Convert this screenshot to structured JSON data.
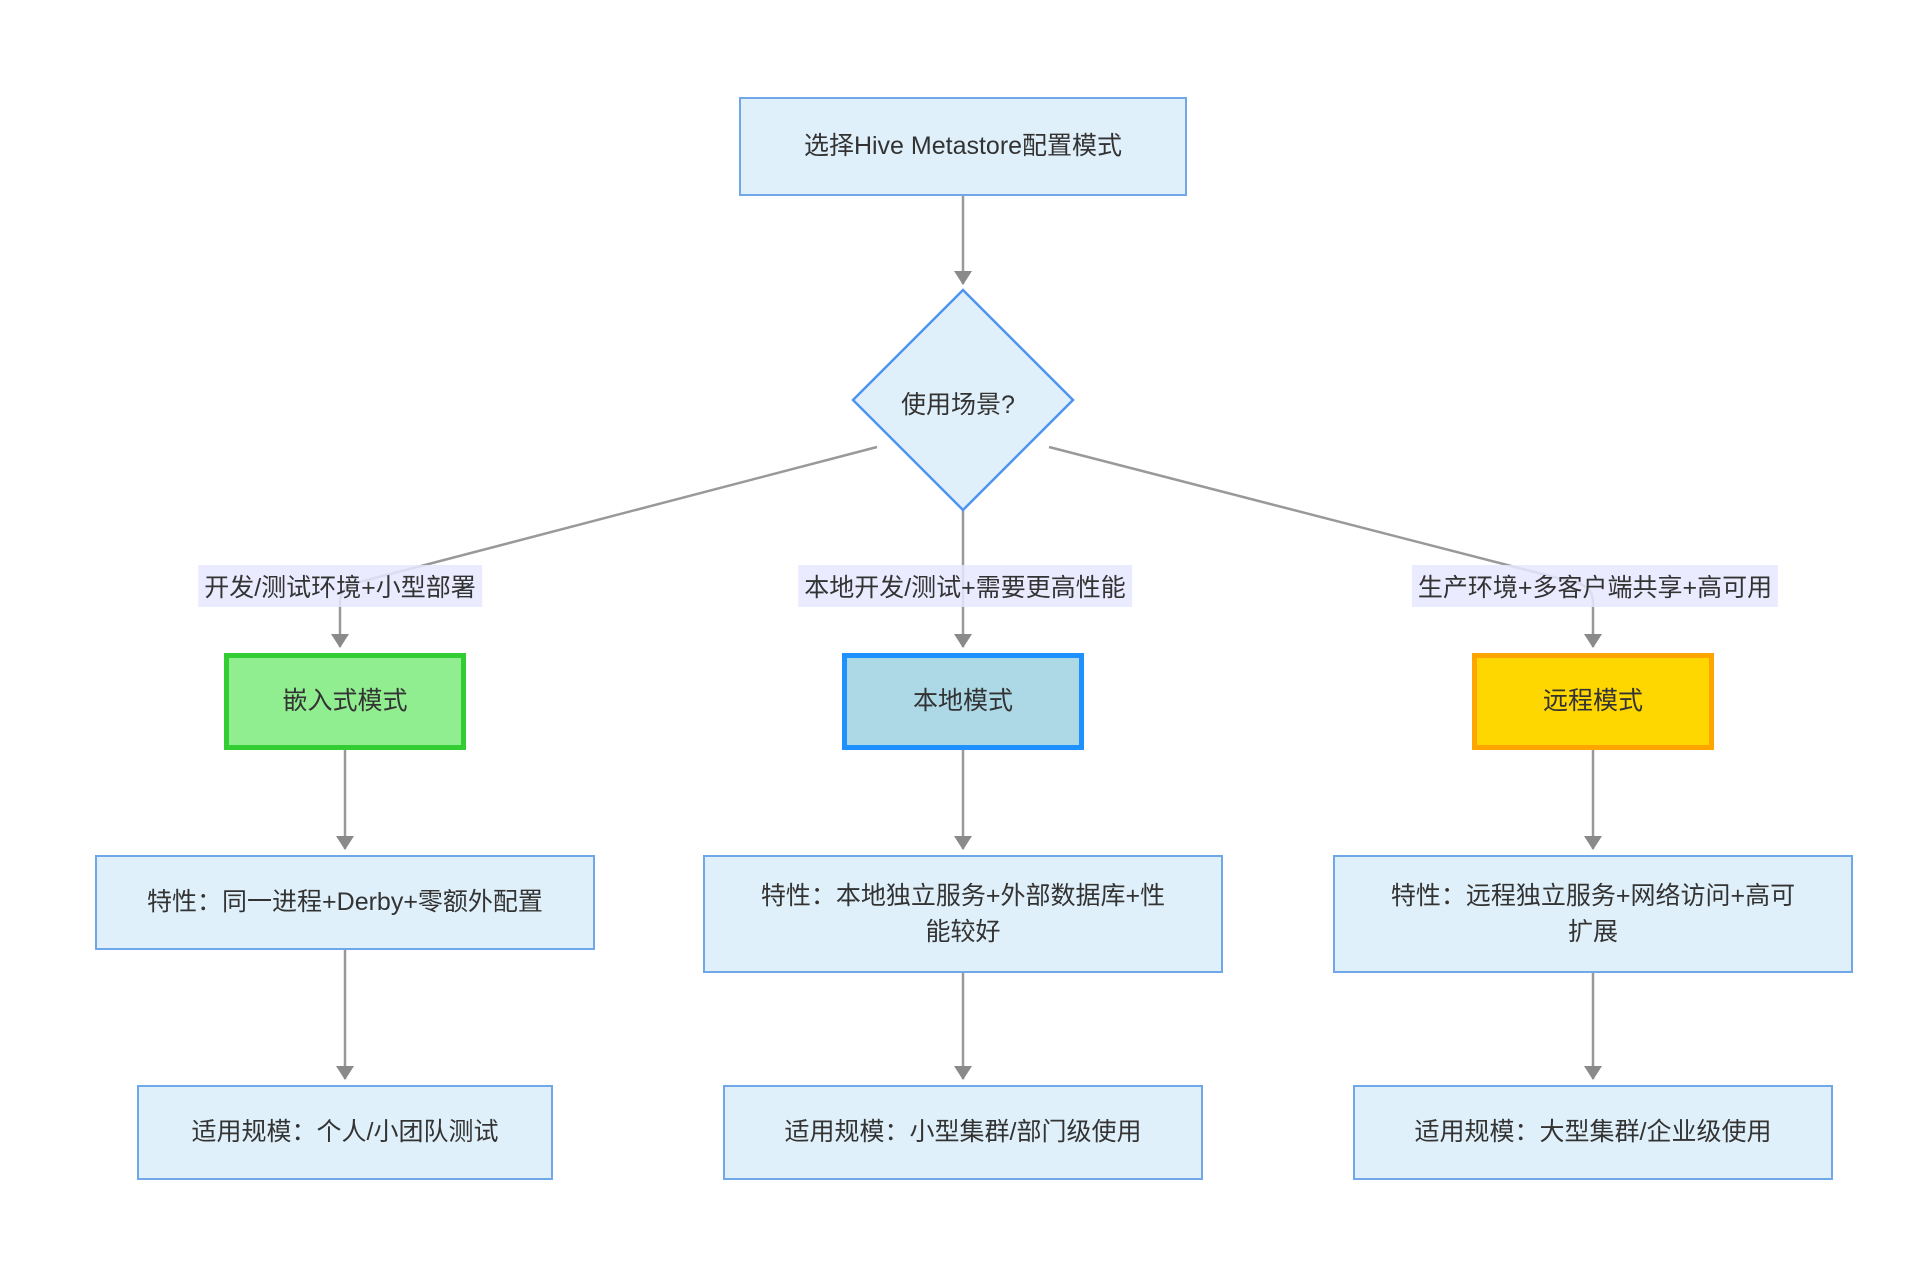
{
  "diagram": {
    "title_node": {
      "label": "选择Hive Metastore配置模式"
    },
    "decision_node": {
      "label": "使用场景?"
    },
    "branches": [
      {
        "edge_label": "开发/测试环境+小型部署",
        "mode": {
          "label": "嵌入式模式",
          "fill": "#90EE90",
          "border": "#32CD32"
        },
        "feature": {
          "lines": [
            "特性：同一进程+Derby+零额外配置"
          ]
        },
        "scale": {
          "label": "适用规模：个人/小团队测试"
        }
      },
      {
        "edge_label": "本地开发/测试+需要更高性能",
        "mode": {
          "label": "本地模式",
          "fill": "#ADD8E6",
          "border": "#1E90FF"
        },
        "feature": {
          "lines": [
            "特性：本地独立服务+外部数据库+性",
            "能较好"
          ]
        },
        "scale": {
          "label": "适用规模：小型集群/部门级使用"
        }
      },
      {
        "edge_label": "生产环境+多客户端共享+高可用",
        "mode": {
          "label": "远程模式",
          "fill": "#FFD700",
          "border": "#FFA500"
        },
        "feature": {
          "lines": [
            "特性：远程独立服务+网络访问+高可",
            "扩展"
          ]
        },
        "scale": {
          "label": "适用规模：大型集群/企业级使用"
        }
      }
    ],
    "colors": {
      "node_fill": "#E0F0FA",
      "node_border": "#6FA7E8",
      "decision_border": "#4E94F0",
      "edge_label_bg": "rgba(232,232,255,0.85)",
      "edge_line": "#999999",
      "arrowhead": "#8A8A8A",
      "text": "#333333"
    }
  }
}
